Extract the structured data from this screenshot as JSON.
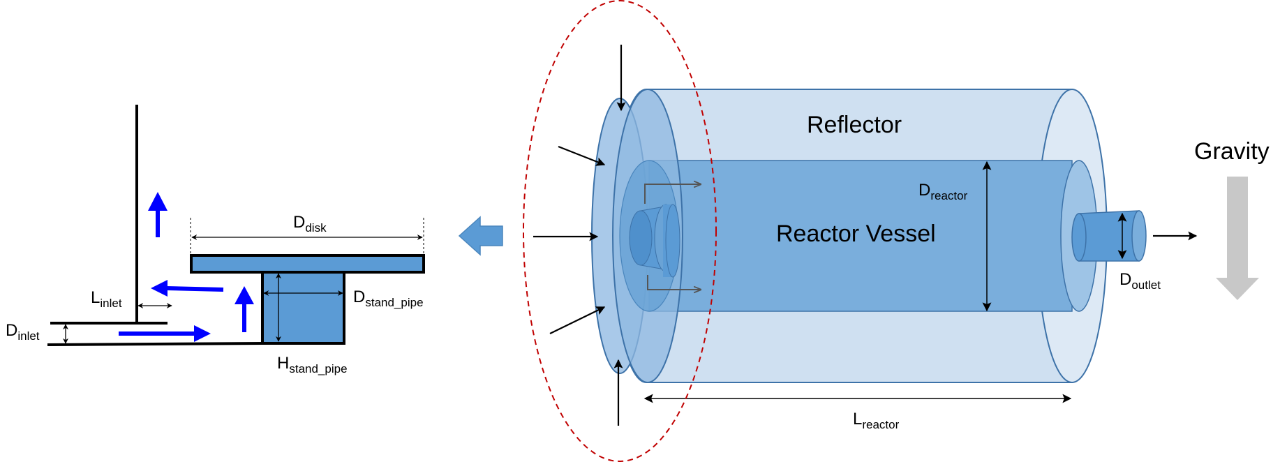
{
  "colors": {
    "reflector_fill": "#cfe0f1",
    "reflector_stroke": "#3d72a8",
    "vessel_fill": "#7aaedc",
    "disk_fill": "#5b9bd5",
    "flow_arrow": "#0000ff",
    "focus_ellipse": "#c00000",
    "gravity_arrow": "#c8c8c8",
    "pointer_arrow": "#5b9bd5"
  },
  "labels": {
    "reflector": "Reflector",
    "reactor_vessel": "Reactor Vessel",
    "gravity": "Gravity",
    "d_reactor": {
      "base": "D",
      "sub": "reactor"
    },
    "d_outlet": {
      "base": "D",
      "sub": "outlet"
    },
    "l_reactor": {
      "base": "L",
      "sub": "reactor"
    },
    "d_disk": {
      "base": "D",
      "sub": "disk"
    },
    "d_stand_pipe": {
      "base": "D",
      "sub": "stand_pipe"
    },
    "h_stand_pipe": {
      "base": "H",
      "sub": "stand_pipe"
    },
    "l_inlet": {
      "base": "L",
      "sub": "inlet"
    },
    "d_inlet": {
      "base": "D",
      "sub": "inlet"
    }
  },
  "icons": {
    "detail_pointer": "left-block-arrow-icon",
    "gravity_direction": "down-block-arrow-icon"
  }
}
